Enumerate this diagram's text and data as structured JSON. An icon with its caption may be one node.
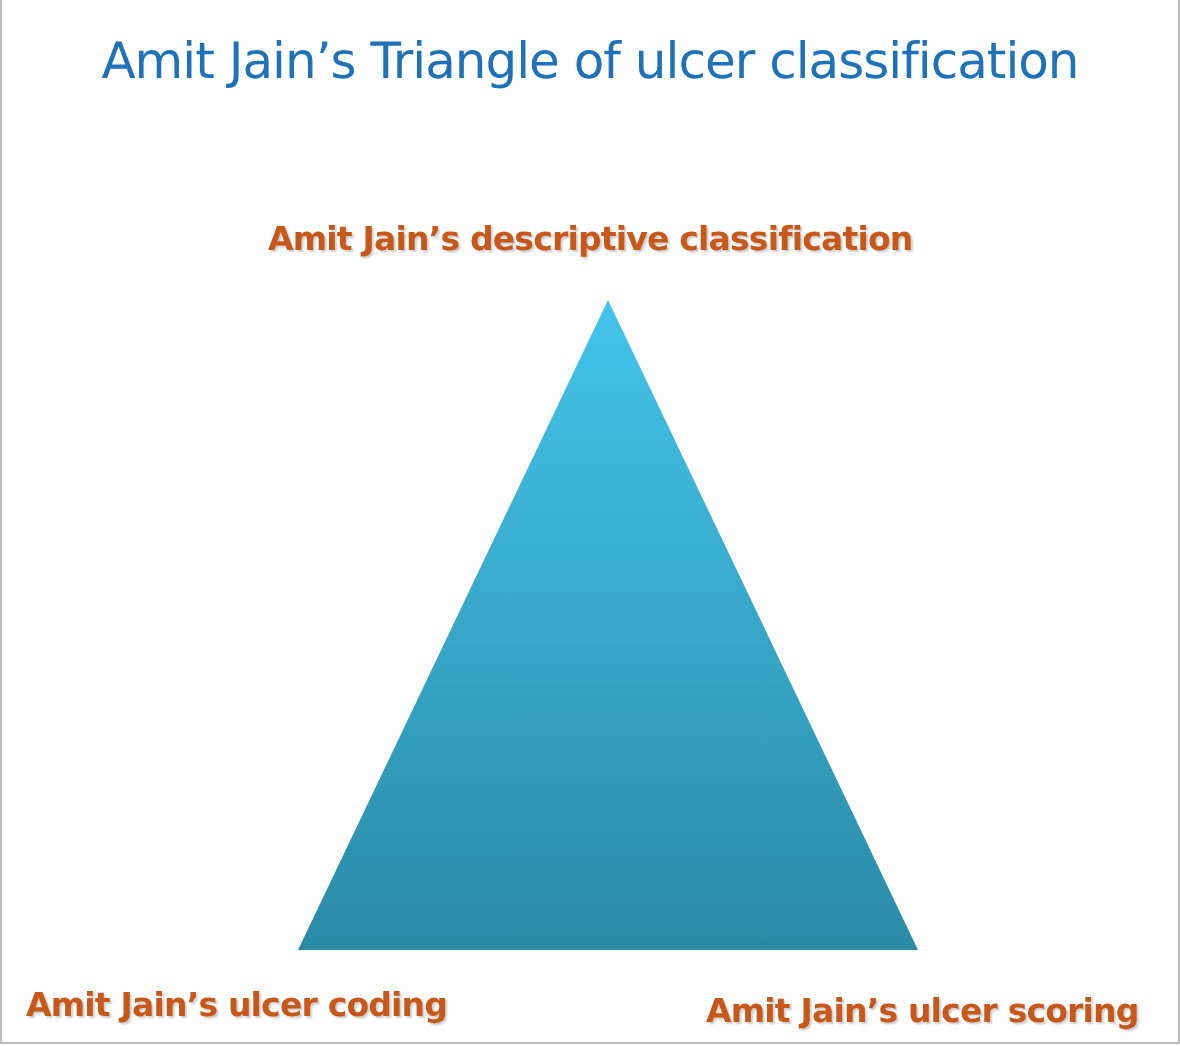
{
  "diagram": {
    "title": "Amit Jain’s Triangle of ulcer classification",
    "nodes": [
      {
        "text": [],
        "shape": "triangle"
      }
    ],
    "labels": [
      "Amit Jain’s descriptive classification",
      "Amit Jain’s ulcer coding",
      "Amit Jain’s ulcer scoring"
    ]
  }
}
